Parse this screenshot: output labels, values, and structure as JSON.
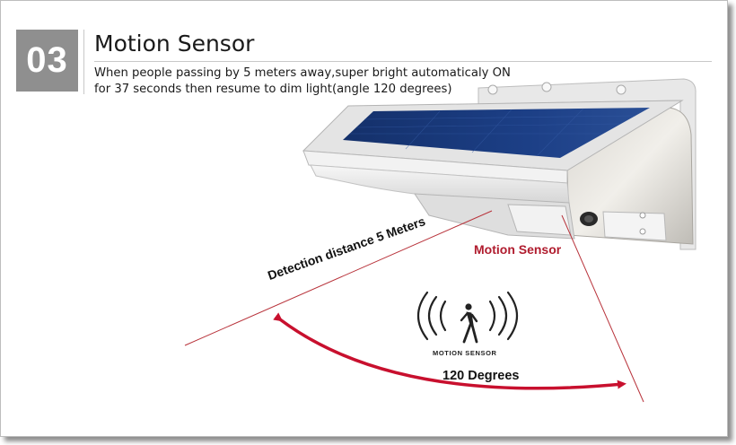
{
  "badge": {
    "number": "03"
  },
  "heading": {
    "title": "Motion Sensor",
    "description_line1": "When people passing by 5 meters away,super bright automaticaly ON",
    "description_line2": "for 37 seconds then resume to dim light(angle 120 degrees)"
  },
  "diagram": {
    "detection_label": "Detection distance 5 Meters",
    "sensor_label": "Motion Sensor",
    "angle_label": "120 Degrees",
    "icon_caption": "MOTION SENSOR"
  },
  "colors": {
    "badge_bg": "#8f8f8f",
    "accent_red": "#b01c2e",
    "arrow_red": "#c8102e",
    "panel_blue": "#1c3a7a"
  },
  "icons": [
    "motion-sensor-icon",
    "walking-person-icon",
    "double-headed-arrow-icon"
  ]
}
